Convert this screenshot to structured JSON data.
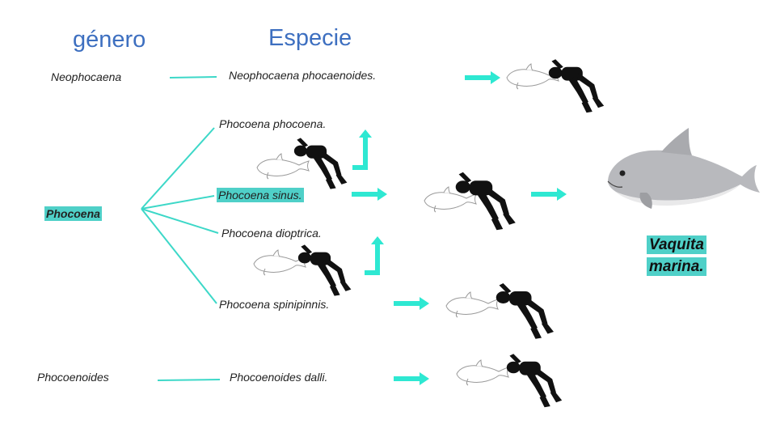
{
  "headers": {
    "genero": "género",
    "especie": "Especie"
  },
  "genera": {
    "neophocaena": "Neophocaena",
    "phocoena": "Phocoena",
    "phocoenoides": "Phocoenoides"
  },
  "species": {
    "neophocaena_phocaenoides": "Neophocaena phocaenoides.",
    "phocoena_phocoena": "Phocoena phocoena.",
    "phocoena_sinus": "Phocoena sinus.",
    "phocoena_dioptrica": "Phocoena dioptrica.",
    "phocoena_spinipinnis": "Phocoena spinipinnis.",
    "phocoenoides_dalli": "Phocoenoides dalli."
  },
  "result": {
    "line1": "Vaquita",
    "line2": "marina."
  },
  "colors": {
    "accent": "#4fd0c8",
    "arrow": "#2ee8d2",
    "header": "#3d6fc0",
    "diver": "#111111"
  },
  "icons": [
    "scuba-diver-icon",
    "porpoise-outline-icon",
    "vaquita-porpoise-image"
  ]
}
